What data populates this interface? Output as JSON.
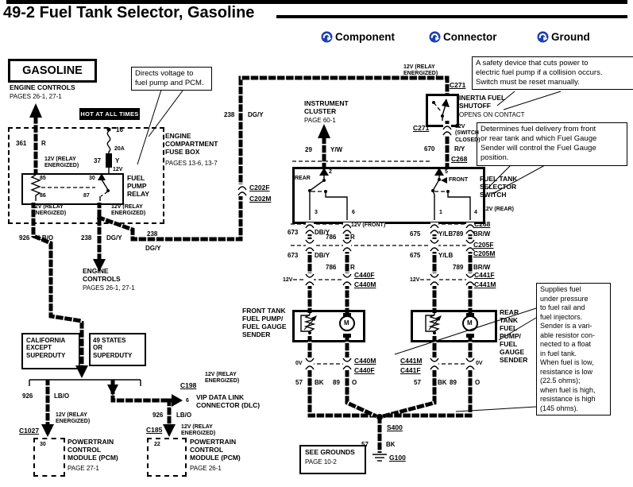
{
  "title": "49-2 Fuel Tank Selector, Gasoline",
  "badge": "GASOLINE",
  "colors": {
    "accent_blue": "#1b3fae",
    "ink": "#000000",
    "paper": "#ffffff"
  },
  "legend": {
    "component": "Component",
    "connector": "Connector",
    "ground": "Ground"
  },
  "callouts": {
    "directs": "Directs voltage to\nfuel pump and PCM.",
    "safety": "A safety device that cuts power to\nelectric fuel pump if a collision occurs.\nSwitch must be reset manually.",
    "determines": "Determines fuel delivery from front\nor rear tank and which Fuel Gauge\nSender will control the Fuel Gauge\nposition.",
    "supplies": "Supplies fuel\nunder pressure\nto fuel rail and\nfuel injectors.\nSender is a vari-\nable resistor con-\nnected to a float\nin fuel tank.\nWhen fuel is low,\nresistance is low\n(22.5 ohms);\nwhen fuel is high,\nresistance is high\n(145 ohms)."
  },
  "labels": {
    "engine_controls_1_title": "ENGINE CONTROLS",
    "engine_controls_1_pages": "PAGES 26-1, 27-1",
    "hot": "HOT AT ALL TIMES",
    "w361_num": "361",
    "w361_col": "R",
    "v12_relay": "12V (RELAY\nENERGIZED)",
    "v12": "12V",
    "fuse_pin": "16",
    "fuse_amp": "20A",
    "w37_num": "37",
    "w37_col": "Y",
    "relay_85": "85",
    "relay_30": "30",
    "relay_86": "86",
    "relay_87": "87",
    "fuel_pump_relay": "FUEL\nPUMP\nRELAY",
    "fusebox_title": "ENGINE\nCOMPARTMENT\nFUSE BOX",
    "fusebox_pages": "PAGES 13-6, 13-7",
    "w926_num": "926",
    "w926_col": "LB/O",
    "w238_num": "238",
    "w238_col": "DG/Y",
    "engine_controls_2_title": "ENGINE\nCONTROLS",
    "engine_controls_2_pages": "PAGES 26-1, 27-1",
    "c202f": "C202F",
    "c202m": "C202M",
    "c271": "C271",
    "inertia_title": "INERTIA FUEL\nSHUTOFF",
    "inertia_sub": "OPENS ON CONTACT",
    "v12_switch": "12V\n(SWITCH\nCLOSED)",
    "w670_num": "670",
    "w670_col": "R/Y",
    "c268": "C268",
    "instrument_title": "INSTRUMENT\nCLUSTER",
    "instrument_pages": "PAGE 60-1",
    "w29_num": "29",
    "w29_col": "Y/W",
    "fts_title": "FUEL TANK\nSELECTOR\nSWITCH",
    "pin2": "2",
    "pin5": "5",
    "pin3": "3",
    "pin6": "6",
    "pin1": "1",
    "pin4": "4",
    "rear": "REAR",
    "front": "FRONT",
    "v12_rear": "12V (REAR)",
    "v12_front": "12V (FRONT)",
    "w673_num": "673",
    "w673_col": "DB/Y",
    "w786_num": "786",
    "w786_col": "R",
    "w675_num": "675",
    "w675_col": "Y/LB",
    "w789_num": "789",
    "w789_col": "BR/W",
    "c205f": "C205F",
    "c205m": "C205M",
    "c440f": "C440F",
    "c440m": "C440M",
    "c441f": "C441F",
    "c441m": "C441M",
    "front_pump": "FRONT TANK\nFUEL PUMP/\nFUEL GAUGE\nSENDER",
    "rear_pump": "REAR\nTANK\nFUEL\nPUMP/\nFUEL\nGAUGE\nSENDER",
    "ov": "0V",
    "w57_num": "57",
    "w57_col": "BK",
    "w89_num": "89",
    "w89_col": "O",
    "s400": "S400",
    "g100": "G100",
    "see_grounds": "SEE GROUNDS",
    "see_grounds_pages": "PAGE 10-2",
    "california": "CALIFORNIA\nEXCEPT\nSUPERDUTY",
    "states49": "49 STATES\nOR\nSUPERDUTY",
    "c1027": "C1027",
    "pin30": "30",
    "pcm": "POWERTRAIN\nCONTROL\nMODULE (PCM)",
    "pcm1_page": "PAGE 27-1",
    "pcm2_page": "PAGE 26-1",
    "c198": "C198",
    "vip": "VIP DATA LINK\nCONNECTOR (DLC)",
    "pin6_dlc": "6",
    "c185": "C185",
    "pin22": "22",
    "motor": "M"
  }
}
